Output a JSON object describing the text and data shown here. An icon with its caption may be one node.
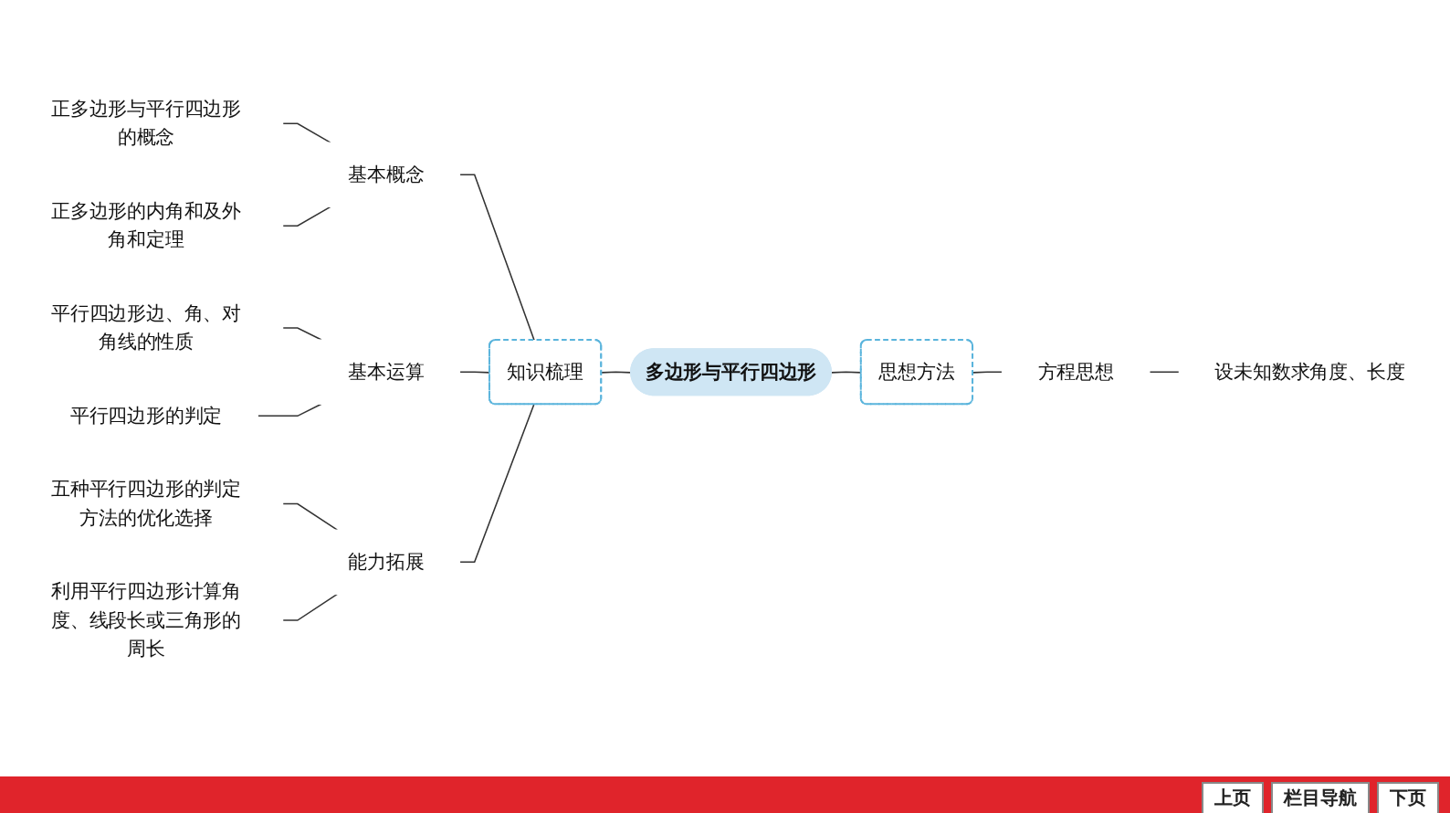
{
  "diagram": {
    "nodes": [
      {
        "text": [
          "正多边形与平行四边形的概念"
        ]
      },
      {
        "text": [
          "正多边形的内角和及外角和定理"
        ]
      },
      {
        "text": [
          "基本概念"
        ]
      },
      {
        "text": [
          "平行四边形边、角、对角线的性质"
        ]
      },
      {
        "text": [
          "平行四边形的判定"
        ]
      },
      {
        "text": [
          "基本运算"
        ]
      },
      {
        "text": [
          "五种平行四边形的判定方法的优化选择"
        ]
      },
      {
        "text": [
          "利用平行四边形计算角度、线段长或三角形的周长"
        ]
      },
      {
        "text": [
          "能力拓展"
        ]
      },
      {
        "text": [
          "知识梳理"
        ]
      },
      {
        "text": [
          "多边形与平行四边形"
        ]
      },
      {
        "text": [
          "思想方法"
        ]
      },
      {
        "text": [
          "方程思想"
        ]
      },
      {
        "text": [
          "设未知数求角度、长度"
        ]
      }
    ],
    "edges": [
      {
        "from": 0,
        "to": 2,
        "arrow": "none"
      },
      {
        "from": 1,
        "to": 2,
        "arrow": "none"
      },
      {
        "from": 3,
        "to": 5,
        "arrow": "none"
      },
      {
        "from": 4,
        "to": 5,
        "arrow": "none"
      },
      {
        "from": 6,
        "to": 8,
        "arrow": "none"
      },
      {
        "from": 7,
        "to": 8,
        "arrow": "none"
      },
      {
        "from": 2,
        "to": 9,
        "arrow": "none"
      },
      {
        "from": 5,
        "to": 9,
        "arrow": "none"
      },
      {
        "from": 8,
        "to": 9,
        "arrow": "none"
      },
      {
        "from": 9,
        "to": 10,
        "arrow": "none"
      },
      {
        "from": 10,
        "to": 11,
        "arrow": "none"
      },
      {
        "from": 11,
        "to": 12,
        "arrow": "none"
      },
      {
        "from": 12,
        "to": 13,
        "arrow": "none"
      }
    ],
    "labels": [
      "上页",
      "栏目导航",
      "下页"
    ]
  }
}
